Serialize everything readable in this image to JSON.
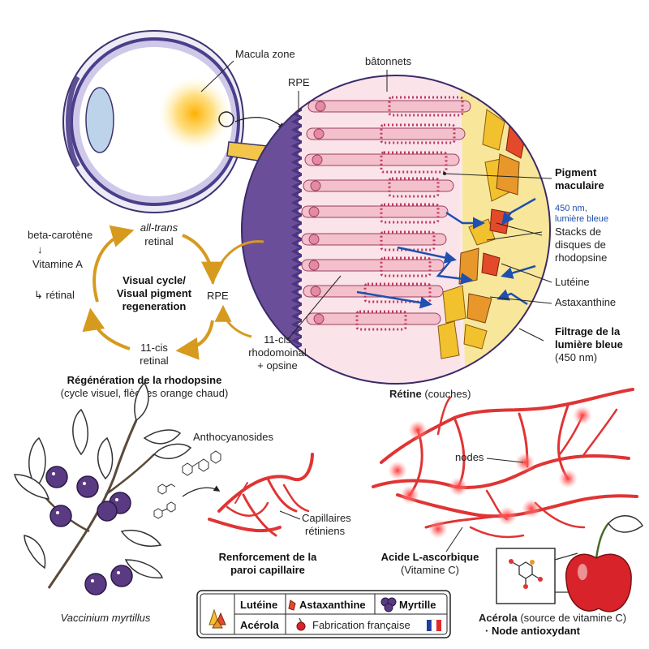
{
  "colors": {
    "orange_arrow": "#d69a1e",
    "blue_light": "#1f4fb0",
    "capillary_red": "#e03434",
    "purple_berry": "#5a3a82",
    "cherry_red": "#d8232a",
    "retina_pink": "#f2c6d2",
    "pigment_yellow": "#f6e08a"
  },
  "eye": {
    "macula_label": "Macula zone"
  },
  "retina": {
    "rods_label": "bâtonnets",
    "rpe_label": "RPE",
    "pigment_label_line1": "Pigment",
    "pigment_label_line2": "maculaire",
    "wavelength_line1": "450 nm,",
    "wavelength_line2": "lumière bleue",
    "stacks_line1": "Stacks de",
    "stacks_line2": "disques de",
    "stacks_line3": "rhodopsine",
    "lutein_label": "Lutéine",
    "astaxanthin_label": "Astaxanthine",
    "filter_line1": "Filtrage de la",
    "filter_line2": "lumière bleue",
    "filter_line3": "(450 nm)",
    "caption_bold": "Rétine",
    "caption_rest": " (couches)"
  },
  "cycle": {
    "beta_carotene": "beta-carotène",
    "arrow_down": "↓",
    "vitamin_a": "Vitamine A",
    "retinal": "↳ rétinal",
    "all_trans_italic": "all-trans",
    "all_trans_line2": "retinal",
    "center_line1": "Visual cycle/",
    "center_line2": "Visual pigment",
    "center_line3": "regeneration",
    "rpe": "RPE",
    "cis_line1": "11-cis",
    "cis_line2": "retinal",
    "rhod_line1": "11-cis",
    "rhod_line2": "rhodomoinal",
    "rhod_line3": "+ opsine",
    "caption_line1": "Régénération de la rhodopsine",
    "caption_line2": "(cycle visuel, flèches orange chaud)"
  },
  "bilberry": {
    "anthocyanosides": "Anthocyanosides",
    "capillaries_line1": "Capillaires",
    "capillaries_line2": "rétiniens",
    "reinforce_line1": "Renforcement de la",
    "reinforce_line2": "paroi capillaire",
    "species": "Vaccinium myrtillus"
  },
  "vitc": {
    "nodes_label": "nodes",
    "acid_line1": "Acide L-ascorbique",
    "acid_line2": "(Vitamine C)",
    "acerola_bold": "Acérola",
    "acerola_rest": " (source de vitamine C)",
    "node_line": "· Node antioxydant"
  },
  "legend": {
    "lutein": "Lutéine",
    "astaxanthin": "Astaxanthine",
    "myrtille": "Myrtille",
    "acerola": "Acérola",
    "made_in": "Fabrication française"
  }
}
